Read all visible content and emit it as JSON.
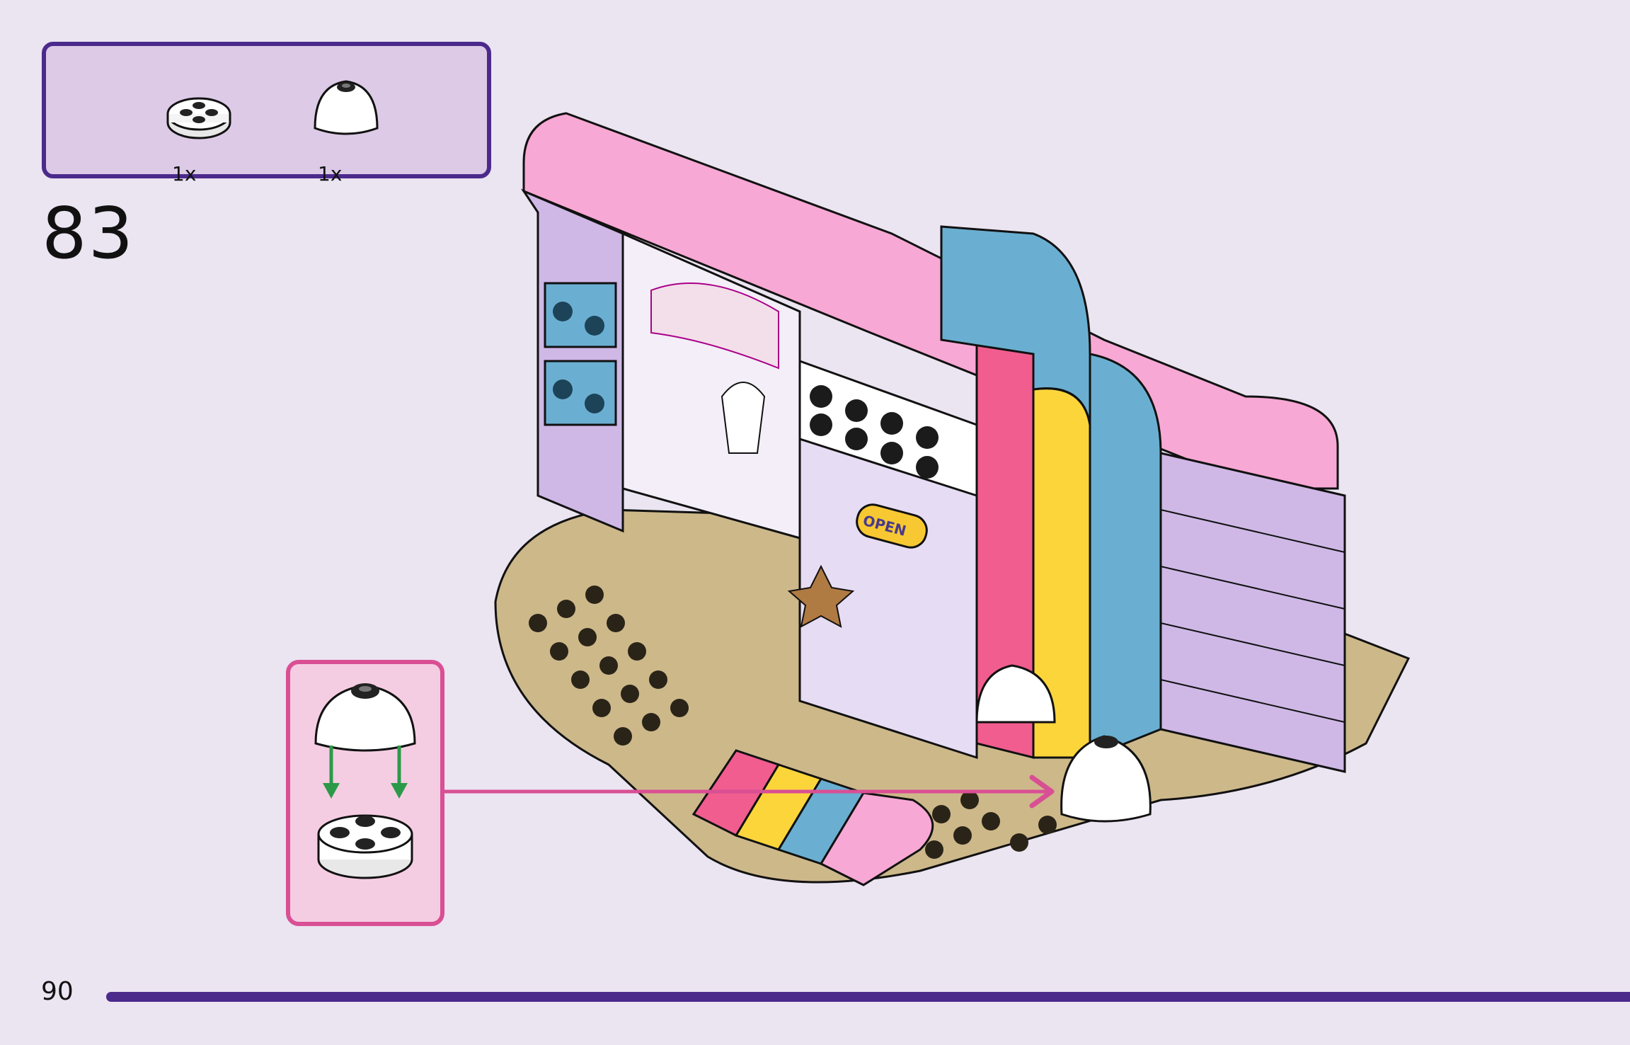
{
  "parts_box": {
    "items": [
      {
        "name": "round-plate-2x2",
        "quantity": "1x"
      },
      {
        "name": "dome-brick-2x2",
        "quantity": "1x"
      }
    ]
  },
  "step": {
    "number": "83"
  },
  "callout": {
    "description": "dome placed onto round plate"
  },
  "sign": {
    "text": "OPEN"
  },
  "footer": {
    "page_number": "90"
  },
  "colors": {
    "frame_purple": "#4b2a8c",
    "parts_fill": "#dccae6",
    "callout_border": "#d94f94",
    "callout_fill": "#f5cde2",
    "arrow_green": "#2b9a48",
    "arrow_pink": "#d94f94",
    "background": "#ebe4f1"
  }
}
